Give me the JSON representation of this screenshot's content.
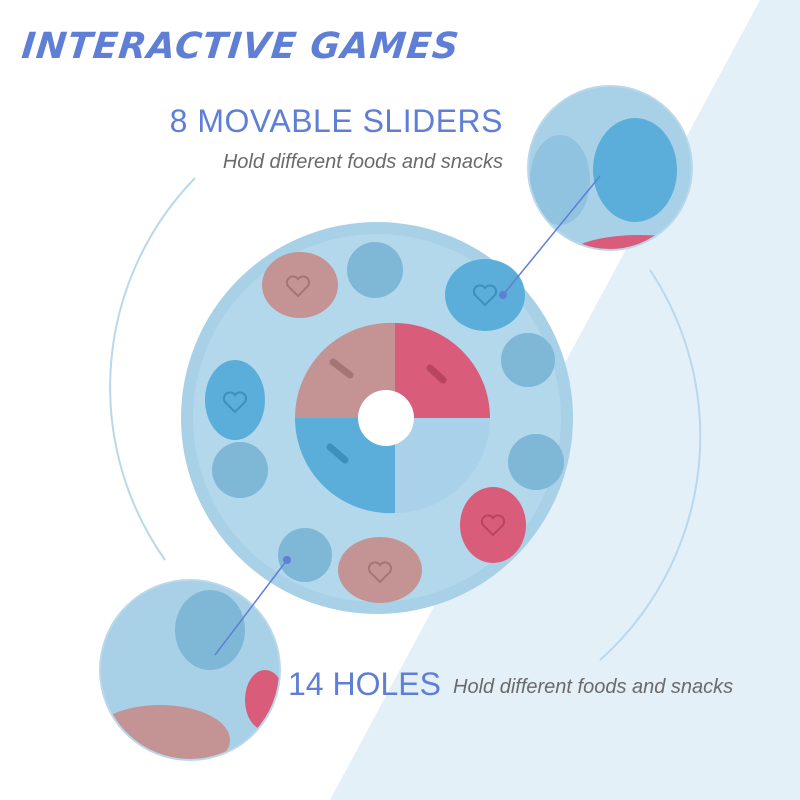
{
  "headline": "INTERACTIVE GAMES",
  "feature_sliders": {
    "title": "8 MOVABLE SLIDERS",
    "description": "Hold different foods and snacks"
  },
  "feature_holes": {
    "title": "14 HOLES",
    "description": "Hold different foods and snacks"
  },
  "colors": {
    "accent_text": "#5f7fd6",
    "body_text": "#6a6a6a",
    "toy_base": "#a8d0e6",
    "slider_blue": "#5aaed9",
    "slider_pink": "#d95c7a",
    "slider_mauve": "#c49494",
    "background_blue": "#e4f0f8"
  },
  "icons": [
    "heart-icon",
    "bone-icon"
  ]
}
